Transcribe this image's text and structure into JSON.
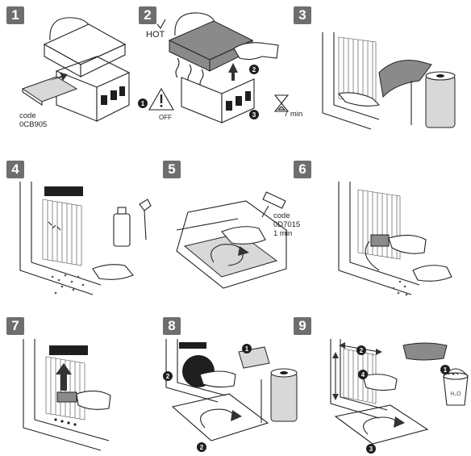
{
  "steps": [
    {
      "number": "1",
      "code_label": "code",
      "code_value": "0CB905"
    },
    {
      "number": "2",
      "hot_label": "HOT",
      "off_label": "OFF",
      "time_label": "7 min",
      "markers": [
        "1",
        "2",
        "3"
      ]
    },
    {
      "number": "3"
    },
    {
      "number": "4"
    },
    {
      "number": "5",
      "code_label": "code",
      "code_value": "0D7015",
      "time_label": "1 min"
    },
    {
      "number": "6"
    },
    {
      "number": "7"
    },
    {
      "number": "8",
      "markers": [
        "1",
        "2",
        "2"
      ]
    },
    {
      "number": "9",
      "markers": [
        "1",
        "2",
        "3",
        "4"
      ],
      "water_label": "H₂O"
    }
  ]
}
